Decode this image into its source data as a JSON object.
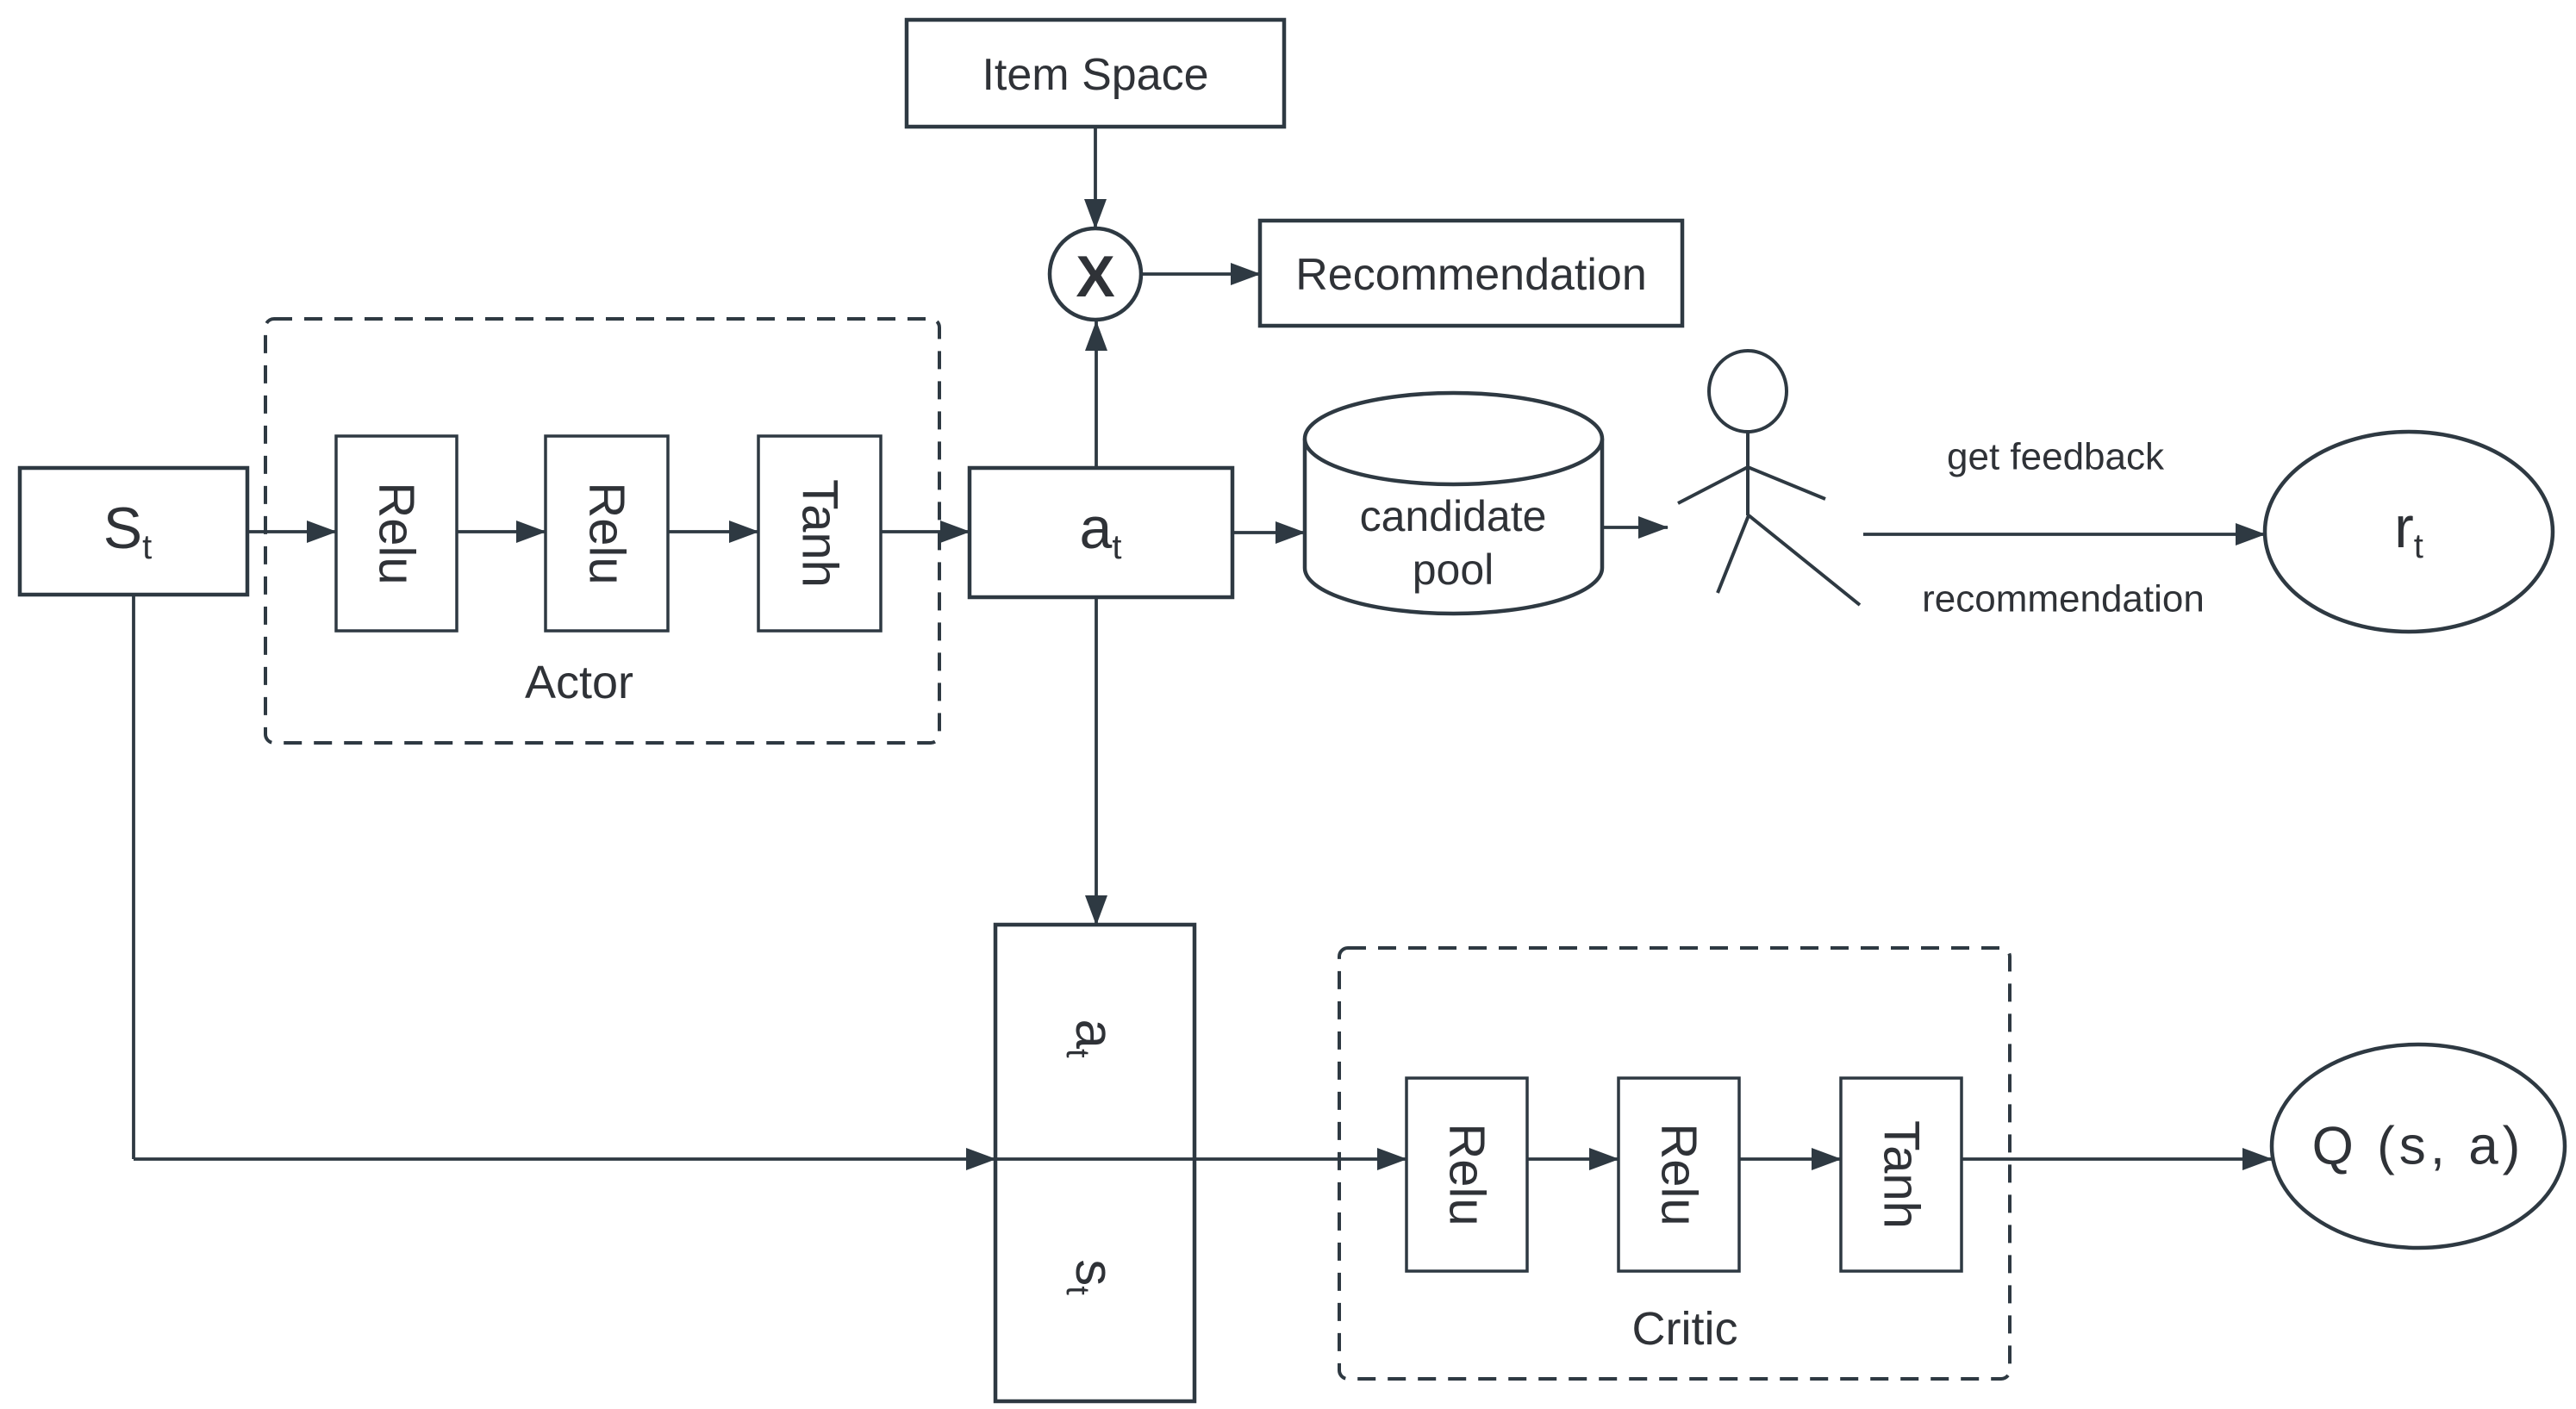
{
  "colors": {
    "background": "#ffffff",
    "stroke": "#2e3942",
    "text": "#2f3237"
  },
  "nodes": {
    "item_space": {
      "label": "Item Space"
    },
    "multiply": {
      "symbol": "X"
    },
    "recommendation_box": {
      "label": "Recommendation"
    },
    "state": {
      "base": "S",
      "sub": "t"
    },
    "actor": {
      "title": "Actor",
      "layers": [
        "Relu",
        "Relu",
        "Tanh"
      ]
    },
    "action": {
      "base": "a",
      "sub": "t"
    },
    "candidate_pool": {
      "line1": "candidate",
      "line2": "pool"
    },
    "reward": {
      "base": "r",
      "sub": "t"
    },
    "concat": {
      "top": {
        "base": "a",
        "sub": "t"
      },
      "bottom": {
        "base": "s",
        "sub": "t"
      }
    },
    "critic": {
      "title": "Critic",
      "layers": [
        "Relu",
        "Relu",
        "Tanh"
      ]
    },
    "q_value": {
      "label": "Q (s, a)"
    }
  },
  "labels": {
    "get_feedback": "get feedback",
    "recommendation": "recommendation"
  }
}
